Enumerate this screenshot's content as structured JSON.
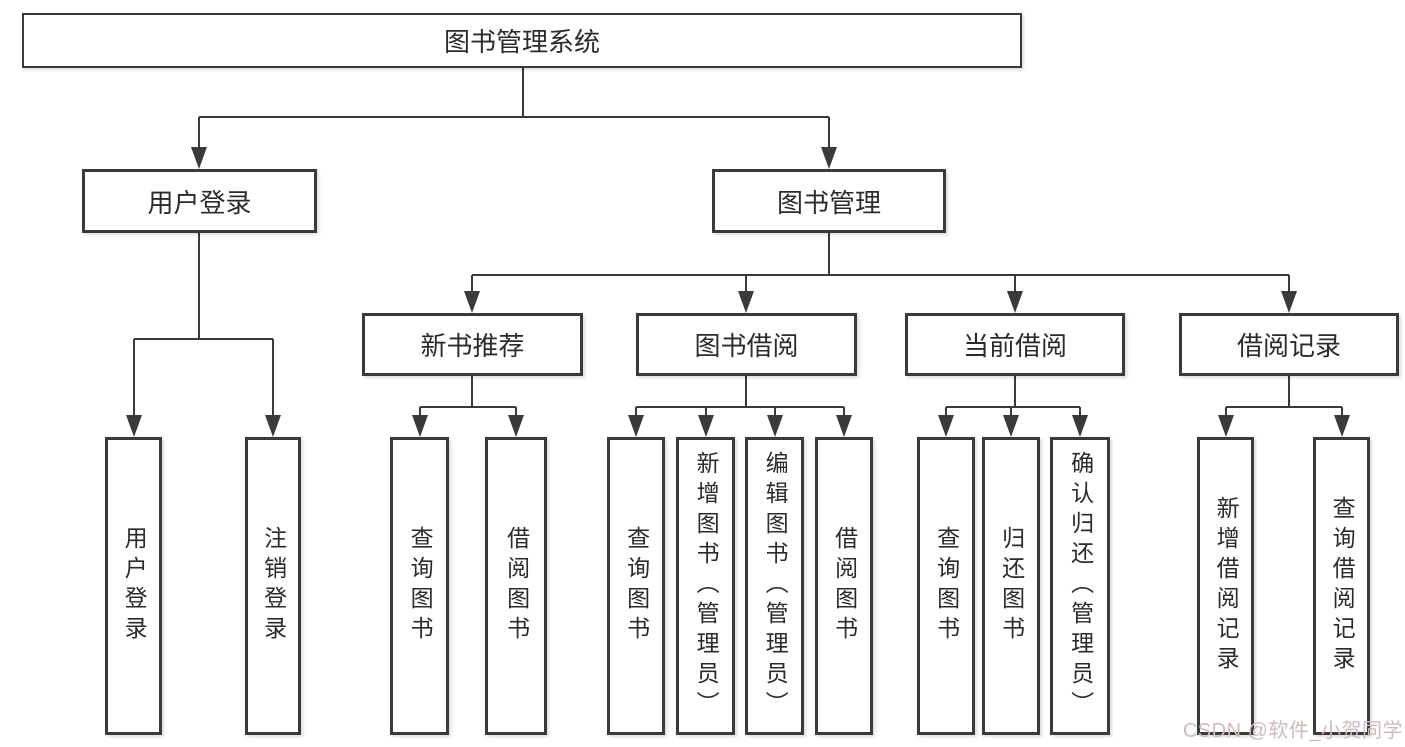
{
  "title": "图书管理系统",
  "watermark": "CSDN @软件_小贺同学",
  "colors": {
    "line": "#3a3a3a",
    "text": "#2b2b2b",
    "background": "#ffffff",
    "watermark": "#cdbcbc"
  },
  "nodes": {
    "root": "图书管理系统",
    "level2": {
      "user_login": "用户登录",
      "book_management": "图书管理"
    },
    "user_login_children": {
      "login": "用户登录",
      "logout": "注销登录"
    },
    "book_management_children": {
      "new_book_recommend": "新书推荐",
      "book_borrow": "图书借阅",
      "current_borrow": "当前借阅",
      "borrow_records": "借阅记录"
    },
    "new_book_children": {
      "query_books": "查询图书",
      "borrow_books": "借阅图书"
    },
    "book_borrow_children": {
      "query_books": "查询图书",
      "add_books": "新增图书（管理员）",
      "edit_books": "编辑图书（管理员）",
      "borrow_books": "借阅图书"
    },
    "current_borrow_children": {
      "query_books": "查询图书",
      "return_books": "归还图书",
      "confirm_return": "确认归还（管理员）"
    },
    "borrow_records_children": {
      "add_record": "新增借阅记录",
      "query_record": "查询借阅记录"
    }
  }
}
